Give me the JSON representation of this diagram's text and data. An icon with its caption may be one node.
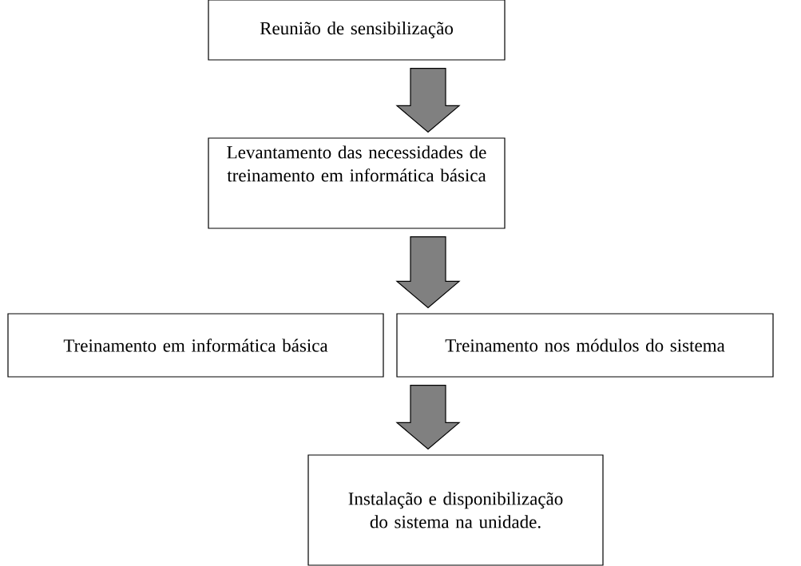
{
  "diagram": {
    "nodes": [
      {
        "text": [
          "Reunião de sensibilização"
        ]
      },
      {
        "text": [
          "Levantamento das necessidades de treinamento em informática básica"
        ]
      },
      {
        "text": [
          "Treinamento em informática básica"
        ]
      },
      {
        "text": [
          "Treinamento nos módulos do sistema"
        ]
      },
      {
        "text": [
          "Instalação e disponibilização do sistema na unidade."
        ]
      }
    ],
    "edges": [
      {
        "from": 0,
        "to": 1,
        "arrow": "to"
      },
      {
        "from": 1,
        "to": 2,
        "arrow": "to"
      },
      {
        "from": 1,
        "to": 3,
        "arrow": "to"
      },
      {
        "from": 2,
        "to": 4,
        "arrow": "to"
      },
      {
        "from": 3,
        "to": 4,
        "arrow": "to"
      }
    ]
  }
}
